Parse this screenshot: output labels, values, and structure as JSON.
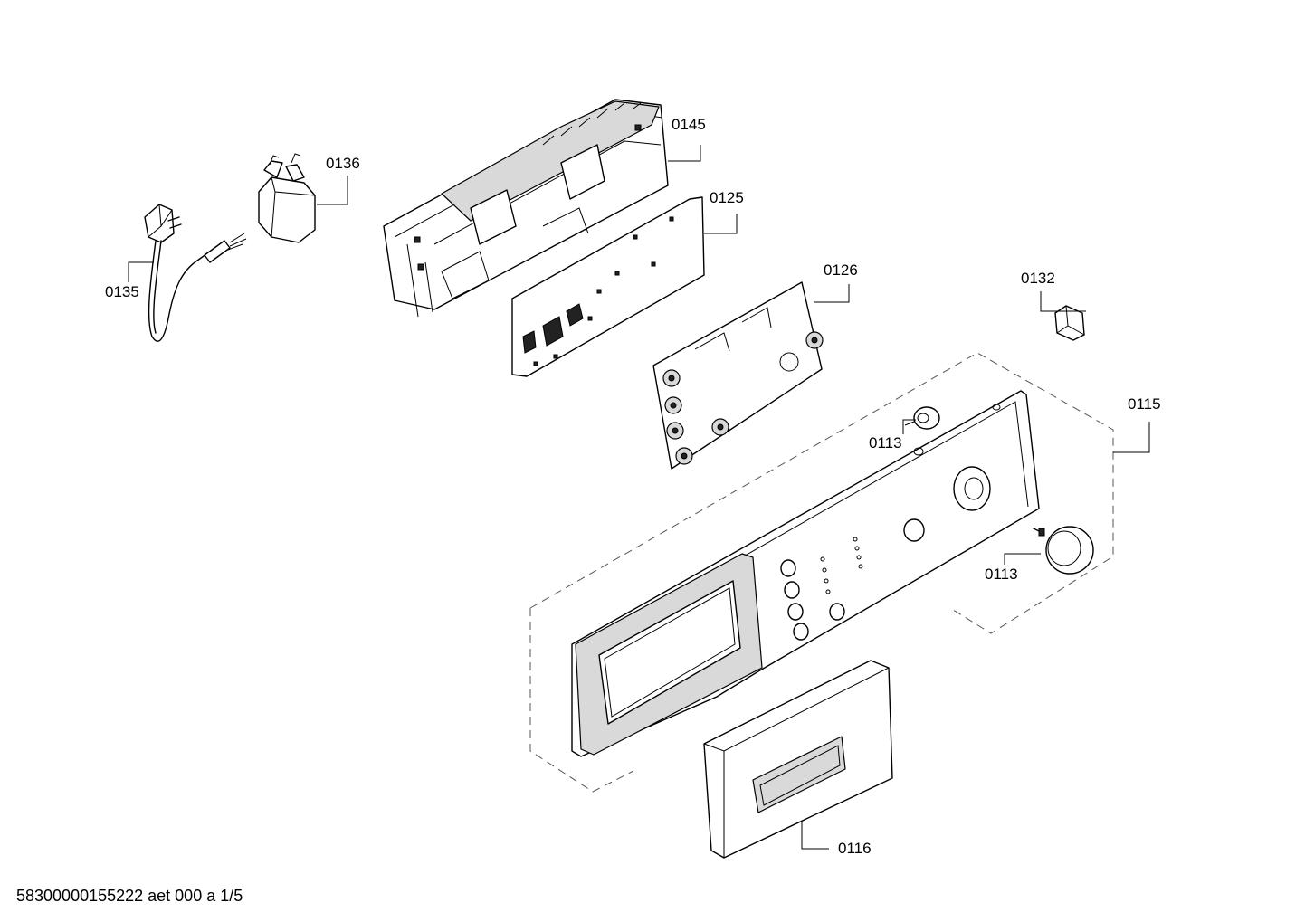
{
  "parts": {
    "p0145": "0145",
    "p0136": "0136",
    "p0125": "0125",
    "p0135": "0135",
    "p0126": "0126",
    "p0132": "0132",
    "p0115": "0115",
    "p0113a": "0113",
    "p0113b": "0113",
    "p0116": "0116"
  },
  "footer": {
    "doc_id": "58300000155222 aet 000 a 1/5"
  },
  "colors": {
    "line": "#000000",
    "dash": "#555555",
    "background": "#ffffff"
  }
}
